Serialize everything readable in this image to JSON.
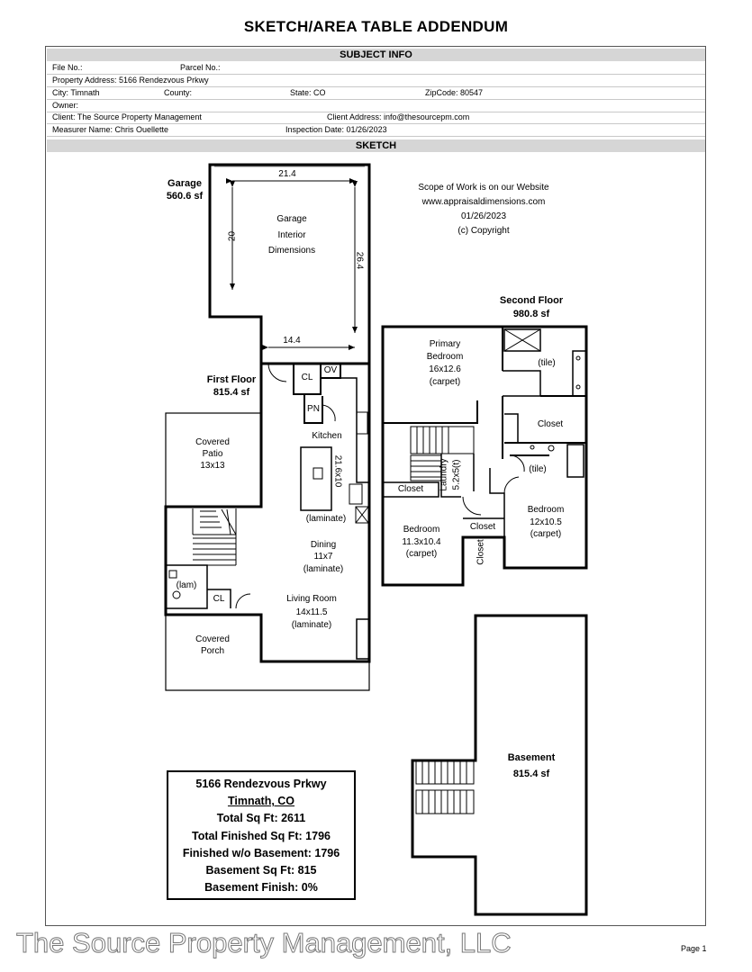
{
  "document": {
    "title": "SKETCH/AREA TABLE ADDENDUM",
    "page_label": "Page 1",
    "watermark": "The Source Property Management, LLC"
  },
  "subject_info": {
    "header": "SUBJECT INFO",
    "file_no": "File No.:",
    "parcel_no": "Parcel No.:",
    "property_address": "Property Address: 5166 Rendezvous Prkwy",
    "city": "City: Timnath",
    "county": "County:",
    "state": "State: CO",
    "zipcode": "ZipCode: 80547",
    "owner": "Owner:",
    "client": "Client: The Source Property Management",
    "client_address": "Client Address: info@thesourcepm.com",
    "measurer": "Measurer Name: Chris Ouellette",
    "inspection_date": "Inspection Date: 01/26/2023"
  },
  "sketch": {
    "header": "SKETCH",
    "scope": {
      "line1": "Scope of Work is on our Website",
      "line2": "www.appraisaldimensions.com",
      "line3": "01/26/2023",
      "line4": "(c) Copyright"
    },
    "garage": {
      "title": "Garage",
      "area": "560.6 sf",
      "interior_l1": "Garage",
      "interior_l2": "Interior",
      "interior_l3": "Dimensions",
      "dim_top": "21.4",
      "dim_left": "20",
      "dim_right": "26.4",
      "dim_bottom": "14.4"
    },
    "first_floor": {
      "title": "First Floor",
      "area": "815.4 sf",
      "cl": "CL",
      "ov": "OV",
      "pn": "PN",
      "kitchen": "Kitchen",
      "island_dim": "21.6x10",
      "kitchen_floor": "(laminate)",
      "covered_patio_l1": "Covered",
      "covered_patio_l2": "Patio",
      "covered_patio_l3": "13x13",
      "dining_l1": "Dining",
      "dining_l2": "11x7",
      "dining_l3": "(laminate)",
      "bath_floor": "(lam)",
      "cl2": "CL",
      "living_l1": "Living Room",
      "living_l2": "14x11.5",
      "living_l3": "(laminate)",
      "covered_porch_l1": "Covered",
      "covered_porch_l2": "Porch"
    },
    "second_floor": {
      "title": "Second Floor",
      "area": "980.8 sf",
      "primary_l1": "Primary",
      "primary_l2": "Bedroom",
      "primary_l3": "16x12.6",
      "primary_l4": "(carpet)",
      "bath_tile": "(tile)",
      "closet1": "Closet",
      "bath2_tile": "(tile)",
      "closet_left": "Closet",
      "laundry_l1": "Laundry",
      "laundry_l2": "5.2x5(t)",
      "closet_center": "Closet",
      "closet_vertical": "Closet",
      "bed2_l1": "Bedroom",
      "bed2_l2": "11.3x10.4",
      "bed2_l3": "(carpet)",
      "bed3_l1": "Bedroom",
      "bed3_l2": "12x10.5",
      "bed3_l3": "(carpet)"
    },
    "basement": {
      "title": "Basement",
      "area": "815.4 sf"
    }
  },
  "summary": {
    "address": "5166 Rendezvous Prkwy",
    "city": "Timnath, CO",
    "total_sqft": "Total Sq Ft: 2611",
    "total_finished": "Total Finished Sq Ft: 1796",
    "finished_wo_basement": "Finished w/o Basement: 1796",
    "basement_sqft": "Basement Sq Ft: 815",
    "basement_finish": "Basement Finish: 0%"
  }
}
